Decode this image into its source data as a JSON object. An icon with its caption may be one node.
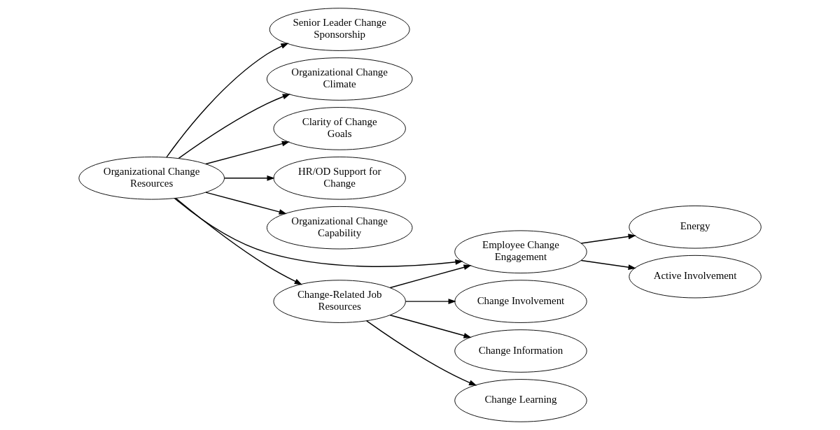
{
  "diagram": {
    "nodes": [
      {
        "text": [
          "Organizational Change Resources"
        ]
      },
      {
        "text": [
          "Senior Leader Change Sponsorship"
        ]
      },
      {
        "text": [
          "Organizational Change Climate"
        ]
      },
      {
        "text": [
          "Clarity of Change Goals"
        ]
      },
      {
        "text": [
          "HR/OD Support for Change"
        ]
      },
      {
        "text": [
          "Organizational Change Capability"
        ]
      },
      {
        "text": [
          "Employee Change Engagement"
        ]
      },
      {
        "text": [
          "Change-Related Job Resources"
        ]
      },
      {
        "text": [
          "Energy"
        ]
      },
      {
        "text": [
          "Active Involvement"
        ]
      },
      {
        "text": [
          "Change Involvement"
        ]
      },
      {
        "text": [
          "Change Information"
        ]
      },
      {
        "text": [
          "Change Learning"
        ]
      }
    ],
    "edges": [
      {
        "from": 0,
        "to": 1,
        "arrow": "to"
      },
      {
        "from": 0,
        "to": 2,
        "arrow": "to"
      },
      {
        "from": 0,
        "to": 3,
        "arrow": "to"
      },
      {
        "from": 0,
        "to": 4,
        "arrow": "to"
      },
      {
        "from": 0,
        "to": 5,
        "arrow": "to"
      },
      {
        "from": 0,
        "to": 6,
        "arrow": "to"
      },
      {
        "from": 0,
        "to": 7,
        "arrow": "to"
      },
      {
        "from": 7,
        "to": 6,
        "arrow": "to"
      },
      {
        "from": 6,
        "to": 8,
        "arrow": "to"
      },
      {
        "from": 6,
        "to": 9,
        "arrow": "to"
      },
      {
        "from": 7,
        "to": 10,
        "arrow": "to"
      },
      {
        "from": 7,
        "to": 11,
        "arrow": "to"
      },
      {
        "from": 7,
        "to": 12,
        "arrow": "to"
      }
    ]
  }
}
